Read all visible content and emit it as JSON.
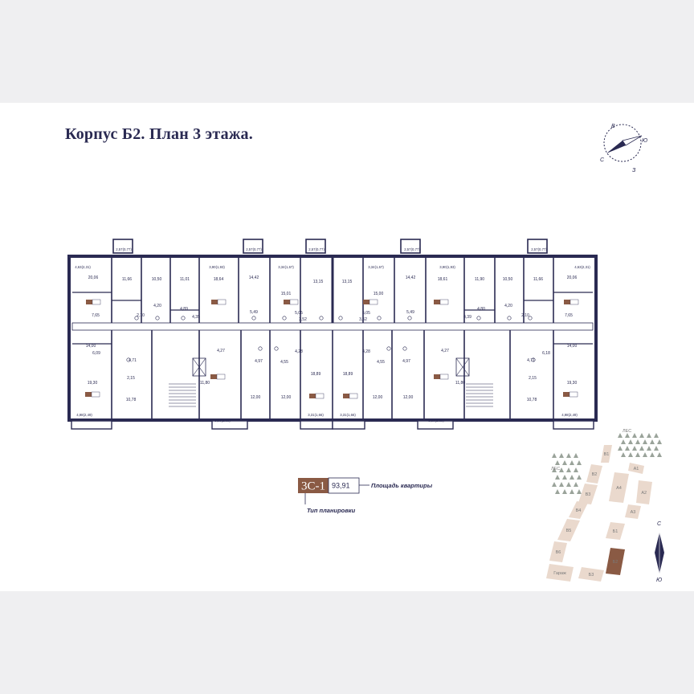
{
  "title": "Корпус Б2.  План 3 этажа.",
  "colors": {
    "ink": "#2a2a52",
    "accent": "#8a5a44",
    "map_block": "#ead9cd",
    "highlight": "#8a5a44",
    "tree": "#9aa39a"
  },
  "compass": {
    "top": "В",
    "right": "Ю",
    "bottom": "З",
    "left": "С"
  },
  "rooms": [
    "20,06",
    "11,66",
    "10,50",
    "11,01",
    "18,64",
    "14,42",
    "15,01",
    "13,15",
    "13,15",
    "15,00",
    "14,42",
    "18,61",
    "11,90",
    "10,50",
    "11,66",
    "20,06",
    "7,65",
    "4,20",
    "2,10",
    "4,89",
    "4,35",
    "5,49",
    "5,05",
    "3,52",
    "3,52",
    "5,05",
    "5,49",
    "4,39",
    "4,80",
    "4,20",
    "2,10",
    "7,65",
    "14,00",
    "6,09",
    "4,71",
    "2,15",
    "19,30",
    "10,78",
    "4,27",
    "4,97",
    "4,55",
    "4,28",
    "11,80",
    "12,00",
    "12,00",
    "18,89",
    "18,89",
    "4,28",
    "4,55",
    "4,97",
    "4,27",
    "12,00",
    "12,00",
    "11,80",
    "6,18",
    "4,71",
    "2,15",
    "14,00",
    "19,30",
    "10,78"
  ],
  "dims": [
    "4,63(2,31)",
    "2,57(0,77)",
    "3,90(1,93)",
    "2,57(0,77)",
    "3,34(1,67)",
    "2,57(0,77)",
    "3,34(1,67)",
    "2,57(0,77)",
    "3,90(1,93)",
    "2,57(0,77)",
    "4,63(2,31)",
    "4,98(2,49)",
    "5,38(2,69)",
    "3,31(1,66)",
    "3,31(1,66)",
    "5,38(2,69)",
    "4,98(2,49)"
  ],
  "legend": {
    "code": "3С-1",
    "area": "93,91",
    "area_caption": "Площадь квартиры",
    "type_caption": "Тип планировки"
  },
  "site_map": {
    "forest_labels": [
      "ЛЕС",
      "ЛЕС"
    ],
    "buildings": [
      "В1",
      "А1",
      "В2",
      "А2",
      "В3",
      "А4",
      "А3",
      "В4",
      "В5",
      "Б1",
      "В6",
      "Б2",
      "Гараж",
      "Б3"
    ],
    "highlighted": "Б2"
  },
  "north_arrow": {
    "top": "С",
    "bottom": "Ю"
  }
}
